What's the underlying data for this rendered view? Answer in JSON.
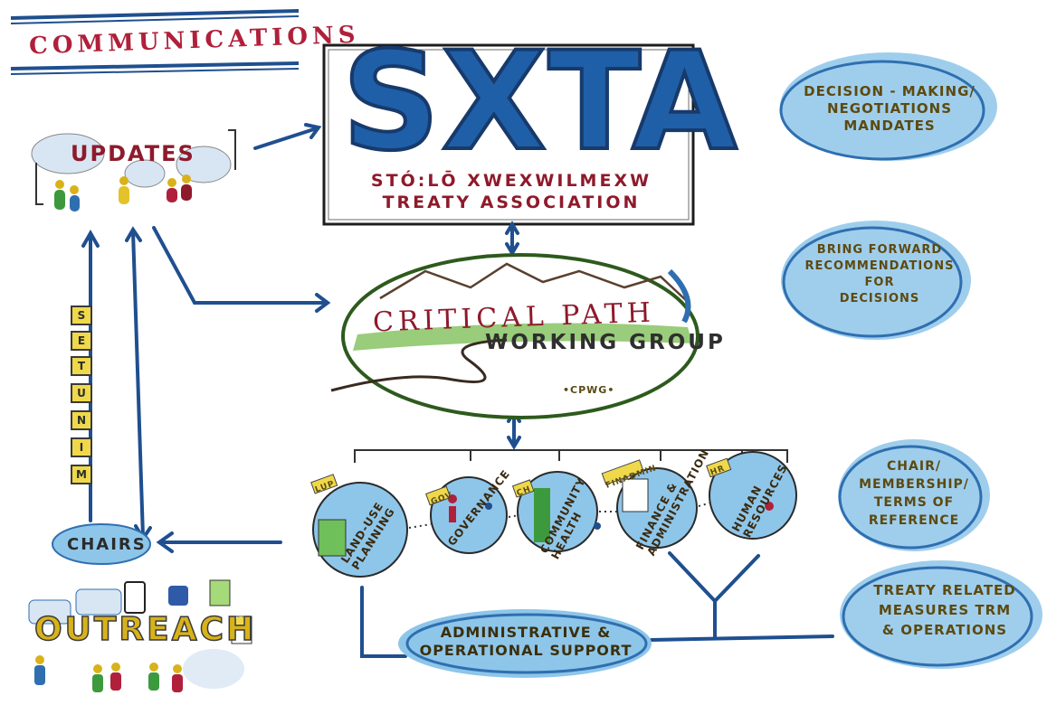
{
  "header": {
    "title": "COMMUNICATIONS"
  },
  "sxta": {
    "acronym": "SXTA",
    "name_line1": "STÓ:LŌ XWEXWILMEXW",
    "name_line2": "TREATY ASSOCIATION"
  },
  "updates": {
    "label": "UPDATES"
  },
  "cpwg": {
    "title_line1": "CRITICAL PATH",
    "title_line2": "WORKING GROUP",
    "abbreviation": "•CPWG•"
  },
  "side_notes": {
    "decision": [
      "DECISION - MAKING/",
      "NEGOTIATIONS",
      "MANDATES"
    ],
    "recommend": [
      "BRING FORWARD",
      "RECOMMENDATIONS",
      "FOR",
      "DECISIONS"
    ],
    "chair": [
      "CHAIR/",
      "MEMBERSHIP/",
      "TERMS OF",
      "REFERENCE"
    ],
    "treaty": [
      "TREATY RELATED",
      "MEASURES TRM",
      "& OPERATIONS"
    ]
  },
  "minutes": {
    "letters": [
      "S",
      "E",
      "T",
      "U",
      "N",
      "I",
      "M"
    ]
  },
  "chairs": {
    "label": "CHAIRS"
  },
  "outreach": {
    "label": "OUTREACH"
  },
  "admin": {
    "line1": "ADMINISTRATIVE &",
    "line2": "OPERATIONAL SUPPORT"
  },
  "working_groups": [
    {
      "tab": "LUP",
      "label_line1": "LAND-USE",
      "label_line2": "PLANNING"
    },
    {
      "tab": "GOV",
      "label_line1": "GOVERNANCE",
      "label_line2": ""
    },
    {
      "tab": "CH",
      "label_line1": "COMMUNITY",
      "label_line2": "HEALTH"
    },
    {
      "tab": "FINADMIN",
      "label_line1": "FINANCE &",
      "label_line2": "ADMINISTRATION"
    },
    {
      "tab": "HR",
      "label_line1": "HUMAN",
      "label_line2": "RESOURCES"
    }
  ],
  "colors": {
    "ink_blue": "#1f4f8f",
    "bubble_blue": "#8ec6ea",
    "dark_red": "#8e1a2b",
    "yellow": "#efd94a",
    "green": "#3c9a3c"
  }
}
